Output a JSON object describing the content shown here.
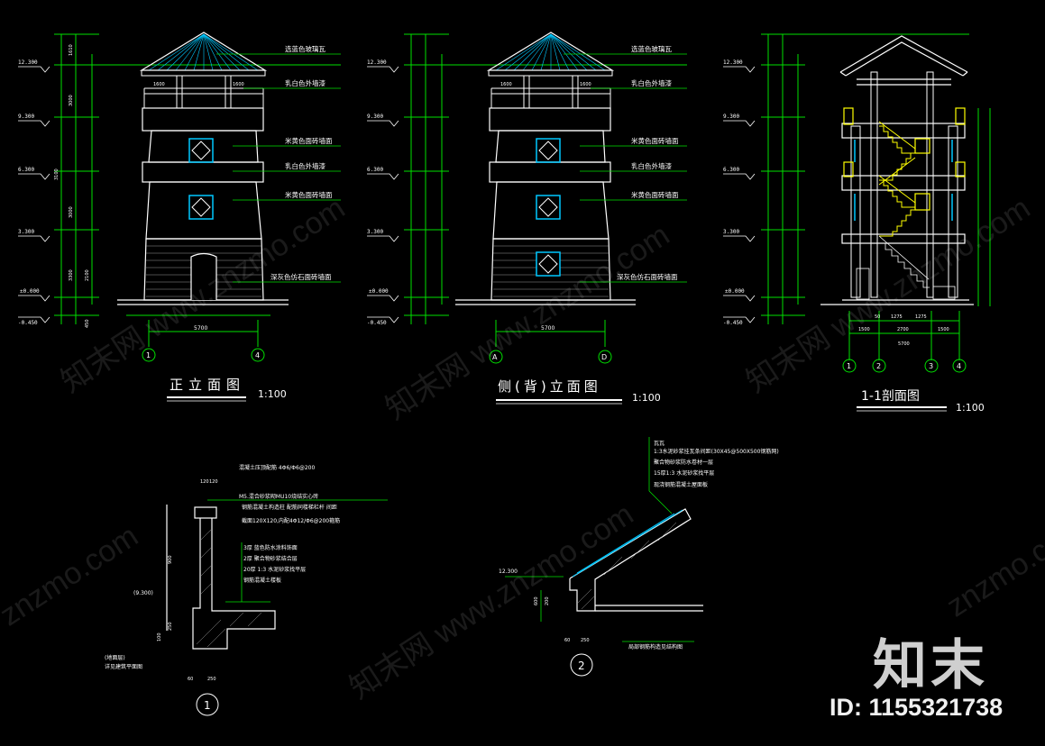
{
  "colors": {
    "background": "#000000",
    "white": "#ffffff",
    "green": "#00e000",
    "cyan": "#00c8ff",
    "yellow": "#ffff00",
    "grey": "#9a9a9a"
  },
  "drawings": {
    "front": {
      "title": "正立面图",
      "scale": "1:100",
      "axes": [
        "1",
        "4"
      ],
      "width_dim": "5700",
      "levels": [
        "12.300",
        "9.300",
        "6.300",
        "3.300",
        "±0.000",
        "-0.450"
      ],
      "height_dims": [
        "1610",
        "3000",
        "3000",
        "3300",
        "2100",
        "3100",
        "450"
      ],
      "notes": [
        "选蓝色玻璃瓦",
        "乳白色外墙漆",
        "米黄色面砖墙面",
        "乳白色外墙漆",
        "米黄色面砖墙面",
        "深灰色仿石面砖墙面"
      ],
      "top_dims": [
        "1600",
        "1600"
      ]
    },
    "side": {
      "title": "侧(背)立面图",
      "scale": "1:100",
      "axes": [
        "A",
        "D"
      ],
      "width_dim": "5700",
      "levels": [
        "12.300",
        "9.300",
        "6.300",
        "3.300",
        "±0.000",
        "-0.450"
      ],
      "notes": [
        "选蓝色玻璃瓦",
        "乳白色外墙漆",
        "米黄色面砖墙面",
        "乳白色外墙漆",
        "米黄色面砖墙面",
        "深灰色仿石面砖墙面"
      ],
      "top_dims": [
        "1600",
        "1600"
      ]
    },
    "section": {
      "title": "1-1剖面图",
      "scale": "1:100",
      "axes": [
        "1",
        "2",
        "3",
        "4"
      ],
      "bottom_dims": [
        "1500",
        "2700",
        "1500"
      ],
      "sub_dims": [
        "50",
        "1275",
        "1275"
      ],
      "width_dim": "5700",
      "levels": [
        "12.300",
        "9.300",
        "6.300",
        "3.300",
        "±0.000",
        "-0.450"
      ]
    },
    "detail1": {
      "label": "1",
      "notes": [
        "混凝土压顶配筋 4Φ6/Φ6@200",
        "M5.混合砂浆砌MU10烧结实心砖",
        "钢筋混凝土构造柱 配筋同楼梯栏杆 间距",
        "截面120X120,内配4Φ12/Φ6@200箍筋",
        "3厚 蓝色防水涂料饰面",
        "2厚 聚合物砂浆结合层",
        "20厚 1:3 水泥砂浆找平层",
        "钢筋混凝土楼板"
      ],
      "level": "(9.300)",
      "dims": [
        "120",
        "120",
        "900",
        "250",
        "100",
        "60",
        "250"
      ],
      "bottom_note": "(地面层)",
      "bottom_note2": "详见建筑平面图"
    },
    "detail2": {
      "label": "2",
      "notes": [
        "瓦瓦",
        "1:3水泥砂浆挂瓦条间距(30X45@500X500钢筋网)",
        "聚合物砂浆防水卷材一层",
        "15厚1:3 水泥砂浆找平层",
        "现浇钢筋混凝土屋面板"
      ],
      "level": "12.300",
      "dims": [
        "600",
        "200",
        "60",
        "250"
      ],
      "bottom_note": "局部钢筋构造见结构图"
    }
  },
  "watermark": {
    "text": "知末网 www.znzmo.com",
    "short": "znzmo.com"
  },
  "brand": {
    "logo_text": "知末",
    "id_text": "ID: 1155321738"
  }
}
